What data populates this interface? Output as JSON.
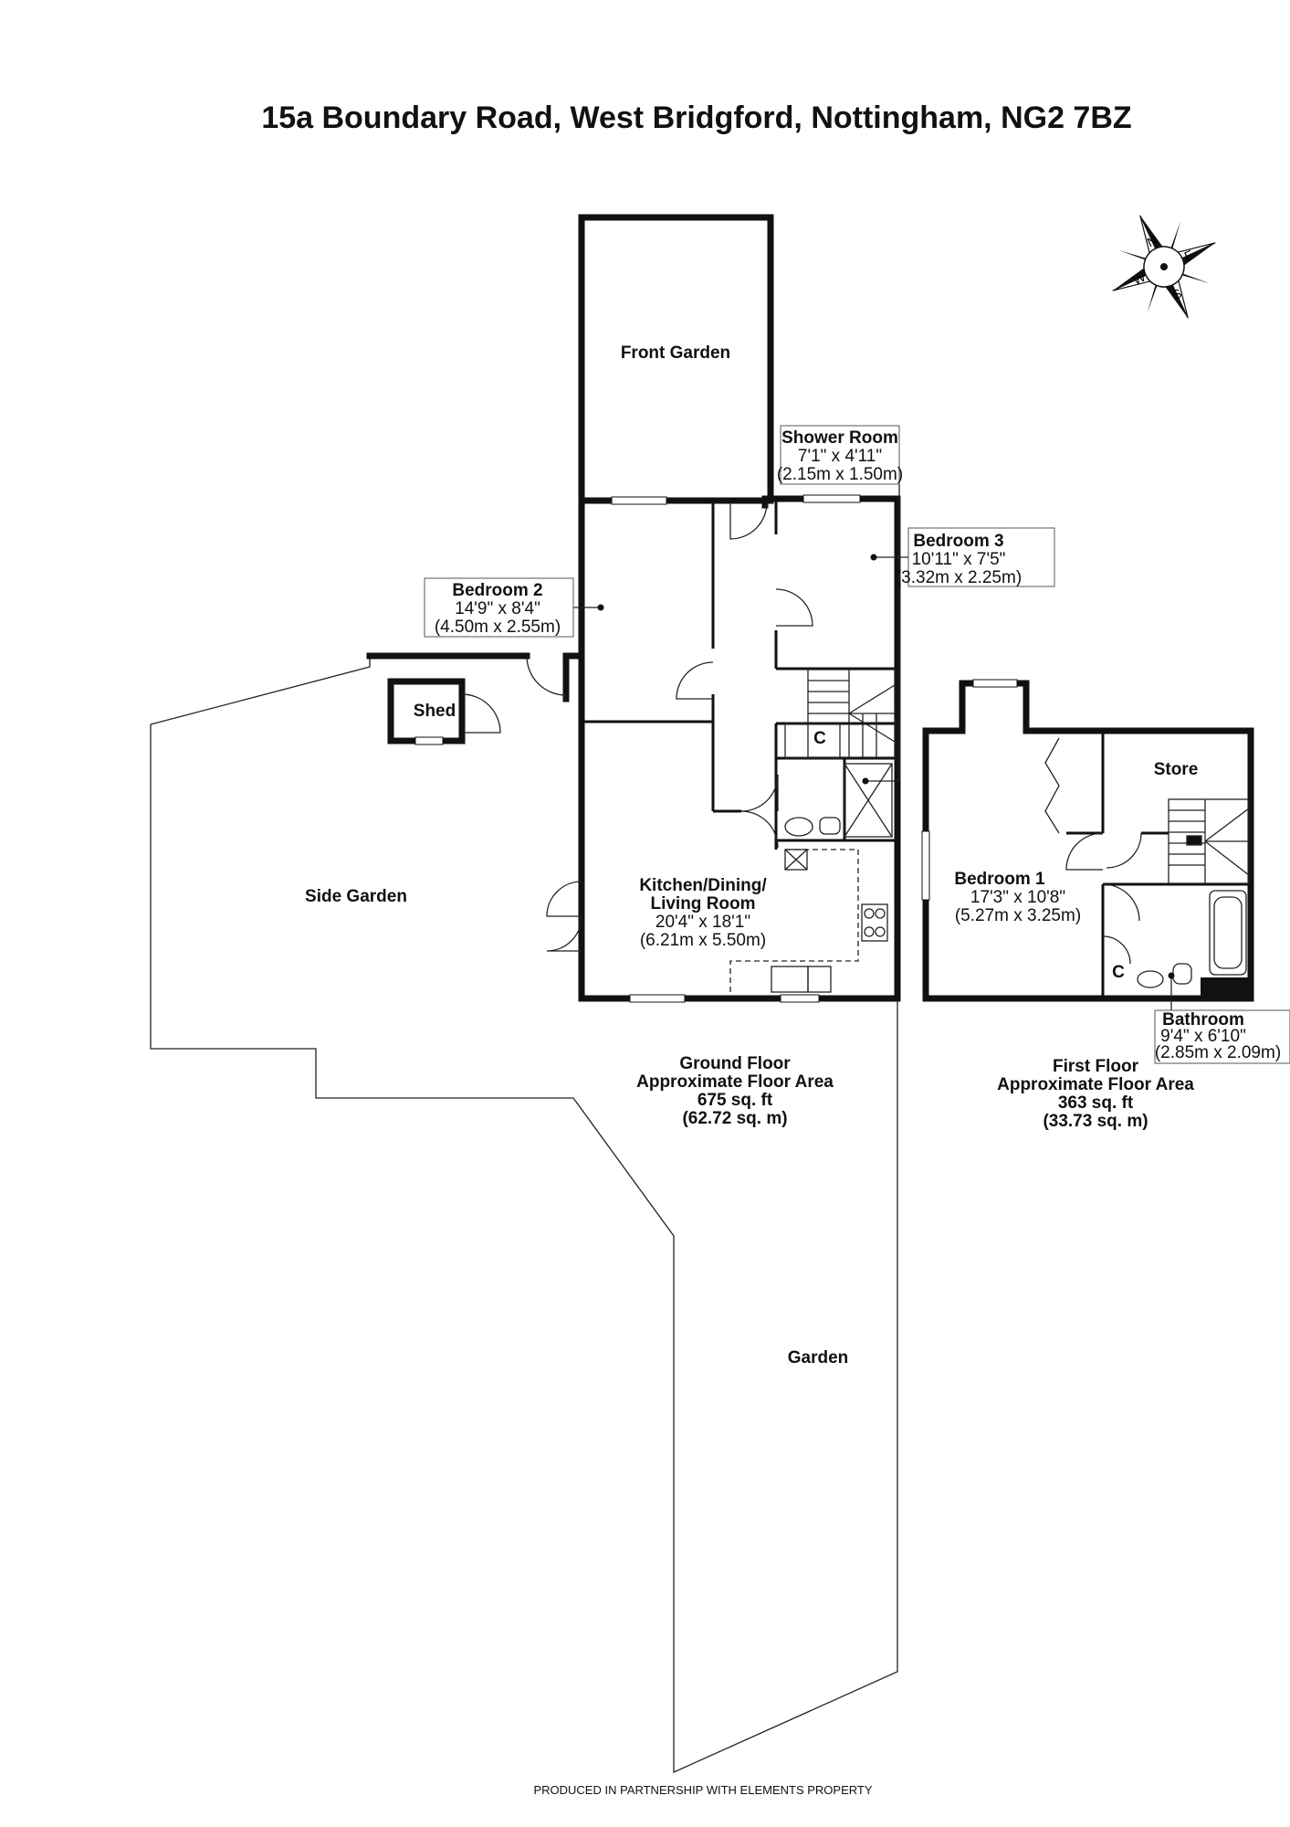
{
  "title": "15a Boundary Road, West Bridgford, Nottingham, NG2 7BZ",
  "compass": {
    "n": "N",
    "e": "E",
    "s": "S",
    "w": "W"
  },
  "rooms": {
    "front_garden": {
      "name": "Front Garden"
    },
    "shower_room": {
      "name": "Shower Room",
      "imperial": "7'1\" x 4'11\"",
      "metric": "(2.15m x 1.50m)"
    },
    "bedroom_3": {
      "name": "Bedroom 3",
      "imperial": "10'11\" x 7'5\"",
      "metric": "(3.32m x 2.25m)"
    },
    "bedroom_2": {
      "name": "Bedroom 2",
      "imperial": "14'9\" x 8'4\"",
      "metric": "(4.50m x 2.55m)"
    },
    "shed": {
      "name": "Shed"
    },
    "side_garden": {
      "name": "Side Garden"
    },
    "kitchen": {
      "name_line1": "Kitchen/Dining/",
      "name_line2": "Living Room",
      "imperial": "20'4\" x 18'1\"",
      "metric": "(6.21m x 5.50m)"
    },
    "cupboard_ground": {
      "name": "C"
    },
    "bedroom_1": {
      "name": "Bedroom 1",
      "imperial": "17'3\" x 10'8\"",
      "metric": "(5.27m x 3.25m)"
    },
    "store": {
      "name": "Store"
    },
    "cupboard_first": {
      "name": "C"
    },
    "bathroom": {
      "name": "Bathroom",
      "imperial": "9'4\" x 6'10\"",
      "metric": "(2.85m x 2.09m)"
    },
    "garden": {
      "name": "Garden"
    }
  },
  "floors": {
    "ground": {
      "line1": "Ground Floor",
      "line2": "Approximate Floor Area",
      "line3": "675 sq. ft",
      "line4": "(62.72 sq. m)"
    },
    "first": {
      "line1": "First Floor",
      "line2": "Approximate Floor Area",
      "line3": "363 sq. ft",
      "line4": "(33.73 sq. m)"
    }
  },
  "credit": "PRODUCED IN PARTNERSHIP WITH ELEMENTS PROPERTY"
}
